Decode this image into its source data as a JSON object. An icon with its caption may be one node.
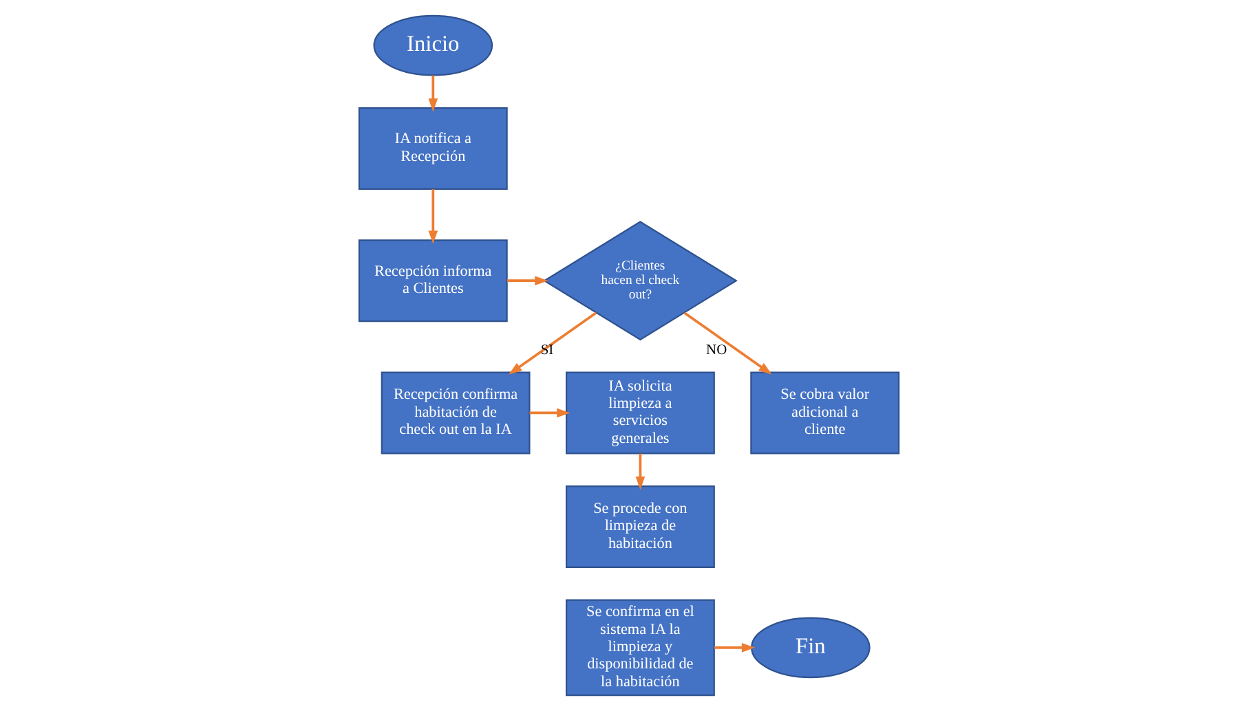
{
  "diagram": {
    "nodes": [
      {
        "text": [
          "Inicio"
        ]
      },
      {
        "text": [
          "IA notifica a Recepción"
        ]
      },
      {
        "text": [
          "Recepción informa a Clientes"
        ]
      },
      {
        "text": [
          "¿Clientes hacen el check out?"
        ]
      },
      {
        "text": [
          "Recepción confirma habitación de check out en la IA"
        ]
      },
      {
        "text": [
          "IA solicita limpieza a servicios generales"
        ]
      },
      {
        "text": [
          "Se procede con limpieza de habitación"
        ]
      },
      {
        "text": [
          "Se cobra valor adicional a cliente"
        ]
      },
      {
        "text": [
          "Se confirma en el sistema IA la limpieza y disponibilidad de la habitación"
        ]
      },
      {
        "text": [
          "Fin"
        ]
      }
    ],
    "edges": [
      {
        "from": 0,
        "to": 1,
        "arrow": "to"
      },
      {
        "from": 1,
        "to": 2,
        "arrow": "to"
      },
      {
        "from": 2,
        "to": 3,
        "arrow": "to"
      },
      {
        "from": 3,
        "to": 4,
        "arrow": "to",
        "label": "SI"
      },
      {
        "from": 4,
        "to": 5,
        "arrow": "to"
      },
      {
        "from": 5,
        "to": 6,
        "arrow": "to"
      },
      {
        "from": 3,
        "to": 7,
        "arrow": "to",
        "label": "NO"
      },
      {
        "from": 8,
        "to": 9,
        "arrow": "to"
      }
    ]
  }
}
